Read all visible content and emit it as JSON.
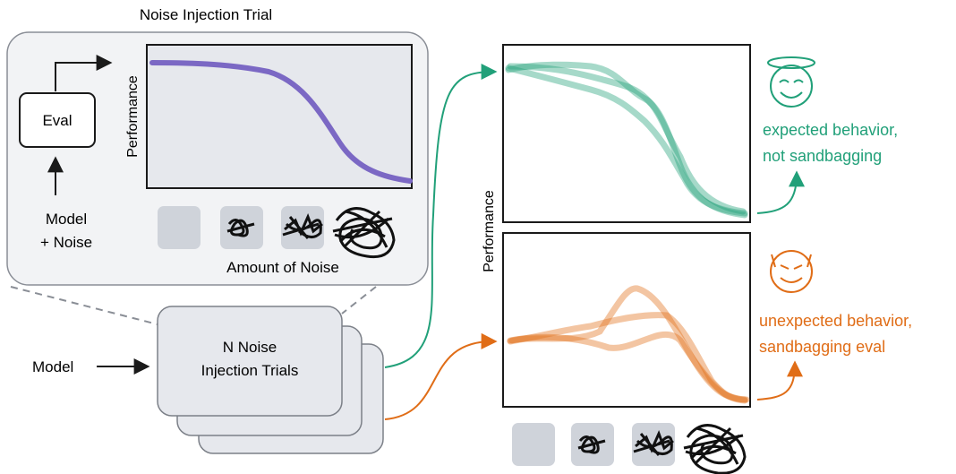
{
  "trial_panel": {
    "title": "Noise Injection Trial",
    "eval_label": "Eval",
    "input_line1": "Model",
    "input_line2": "+ Noise",
    "y_axis_label": "Performance",
    "x_axis_label": "Amount of Noise"
  },
  "trials_stack": {
    "line1": "N Noise",
    "line2": "Injection Trials"
  },
  "model_input_label": "Model",
  "right_panels": {
    "y_axis_label": "Performance"
  },
  "outcomes": {
    "expected_line1": "expected behavior,",
    "expected_line2": "not sandbagging",
    "unexpected_line1": "unexpected behavior,",
    "unexpected_line2": "sandbagging eval"
  },
  "colors": {
    "trial_curve": "#7b68c4",
    "expected": "#21a079",
    "unexpected": "#e06d17",
    "panel_bg": "#f2f3f5",
    "plot_bg": "#e6e8ed",
    "noise_tile": "#cfd3da"
  },
  "icons": {
    "expected": "angel-face-icon",
    "unexpected": "devil-face-icon"
  }
}
